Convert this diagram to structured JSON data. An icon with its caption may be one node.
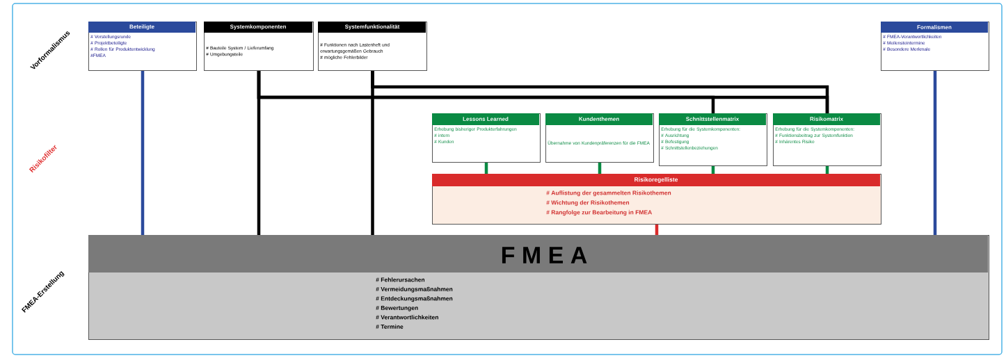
{
  "diagram": {
    "nodes": [
      {
        "text": [
          "Beteiligte",
          "# Vorstellungsrunde",
          "# Projektbeteiligte",
          "# Rollen für Produktentwicklung",
          "#FMEA"
        ]
      },
      {
        "text": [
          "Systemkomponenten",
          "# Bauteile System / Lieferumfang",
          "# Umgebungsteile"
        ]
      },
      {
        "text": [
          "Systemfunktionalität",
          "# Funktionen nach Lastenheft und erwartungsgemäßen Gebrauch",
          "# mögliche Fehlerbilder"
        ]
      },
      {
        "text": [
          "Formalismen",
          "# FMEA-Verantwortlichkeiten",
          "# Meilensteintermine",
          "# Besondere Merkmale"
        ]
      },
      {
        "text": [
          "Lessons Learned",
          "Erhebung bisheriger Produkterfahrungen",
          "# intern",
          "# Kunden"
        ]
      },
      {
        "text": [
          "Kundenthemen",
          "Übernahme von Kundenpräferenzen für die FMEA"
        ]
      },
      {
        "text": [
          "Schnittstellenmatrix",
          "Erhebung für die Systemkomponenten:",
          "# Ausrichtung",
          "# Befestigung",
          "# Schnittstellenbeziehungen"
        ]
      },
      {
        "text": [
          "Risikomatrix",
          "Erhebung für die Systemkomponenten:",
          "# Funktionsbeitrag zur Systemfunktion",
          "# Inhärentes Risiko"
        ]
      },
      {
        "text": [
          "Risikoregelliste",
          "# Auflistung der gesammelten Risikothemen",
          "# Wichtung der Risikothemen",
          "# Rangfolge zur Bearbeitung in FMEA"
        ]
      },
      {
        "text": [
          "F M E A",
          "# Fehlerursachen",
          "# Vermeidungsmaßnahmen",
          "# Entdeckungsmaßnahmen",
          "# Bewertungen",
          "# Verantwortlichkeiten",
          "# Termine"
        ]
      }
    ],
    "edges": [
      {
        "from": 0,
        "to": 9,
        "arrow": "none",
        "color": "#2b4a9c"
      },
      {
        "from": 1,
        "to": 9,
        "arrow": "none"
      },
      {
        "from": 2,
        "to": 9,
        "arrow": "none"
      },
      {
        "from": 3,
        "to": 9,
        "arrow": "none",
        "color": "#2b4a9c"
      },
      {
        "from": 1,
        "to": 6,
        "arrow": "none"
      },
      {
        "from": 1,
        "to": 7,
        "arrow": "none"
      },
      {
        "from": 2,
        "to": 7,
        "arrow": "none"
      },
      {
        "from": 4,
        "to": 8,
        "arrow": "none",
        "color": "#0a8a43"
      },
      {
        "from": 5,
        "to": 8,
        "arrow": "none",
        "color": "#0a8a43"
      },
      {
        "from": 6,
        "to": 8,
        "arrow": "none",
        "color": "#0a8a43"
      },
      {
        "from": 7,
        "to": 8,
        "arrow": "none",
        "color": "#0a8a43"
      },
      {
        "from": 8,
        "to": 9,
        "arrow": "none",
        "color": "#d92b2b"
      }
    ],
    "labels": [
      "Vorformalismus",
      "Risikofilter",
      "FMEA-Erstellung"
    ]
  }
}
